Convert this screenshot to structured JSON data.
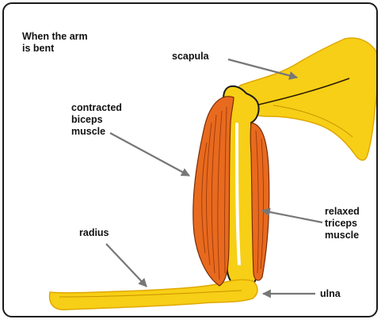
{
  "caption": "When the arm\nis bent",
  "labels": {
    "scapula": "scapula",
    "biceps": "contracted\nbiceps\nmuscle",
    "triceps": "relaxed\ntriceps\nmuscle",
    "radius": "radius",
    "ulna": "ulna"
  },
  "colors": {
    "bone": "#f7cf16",
    "bone_outline": "#e0a800",
    "muscle": "#e86a1e",
    "muscle_fiber": "#9c3a0c",
    "arrow": "#777777",
    "text": "#111111"
  }
}
